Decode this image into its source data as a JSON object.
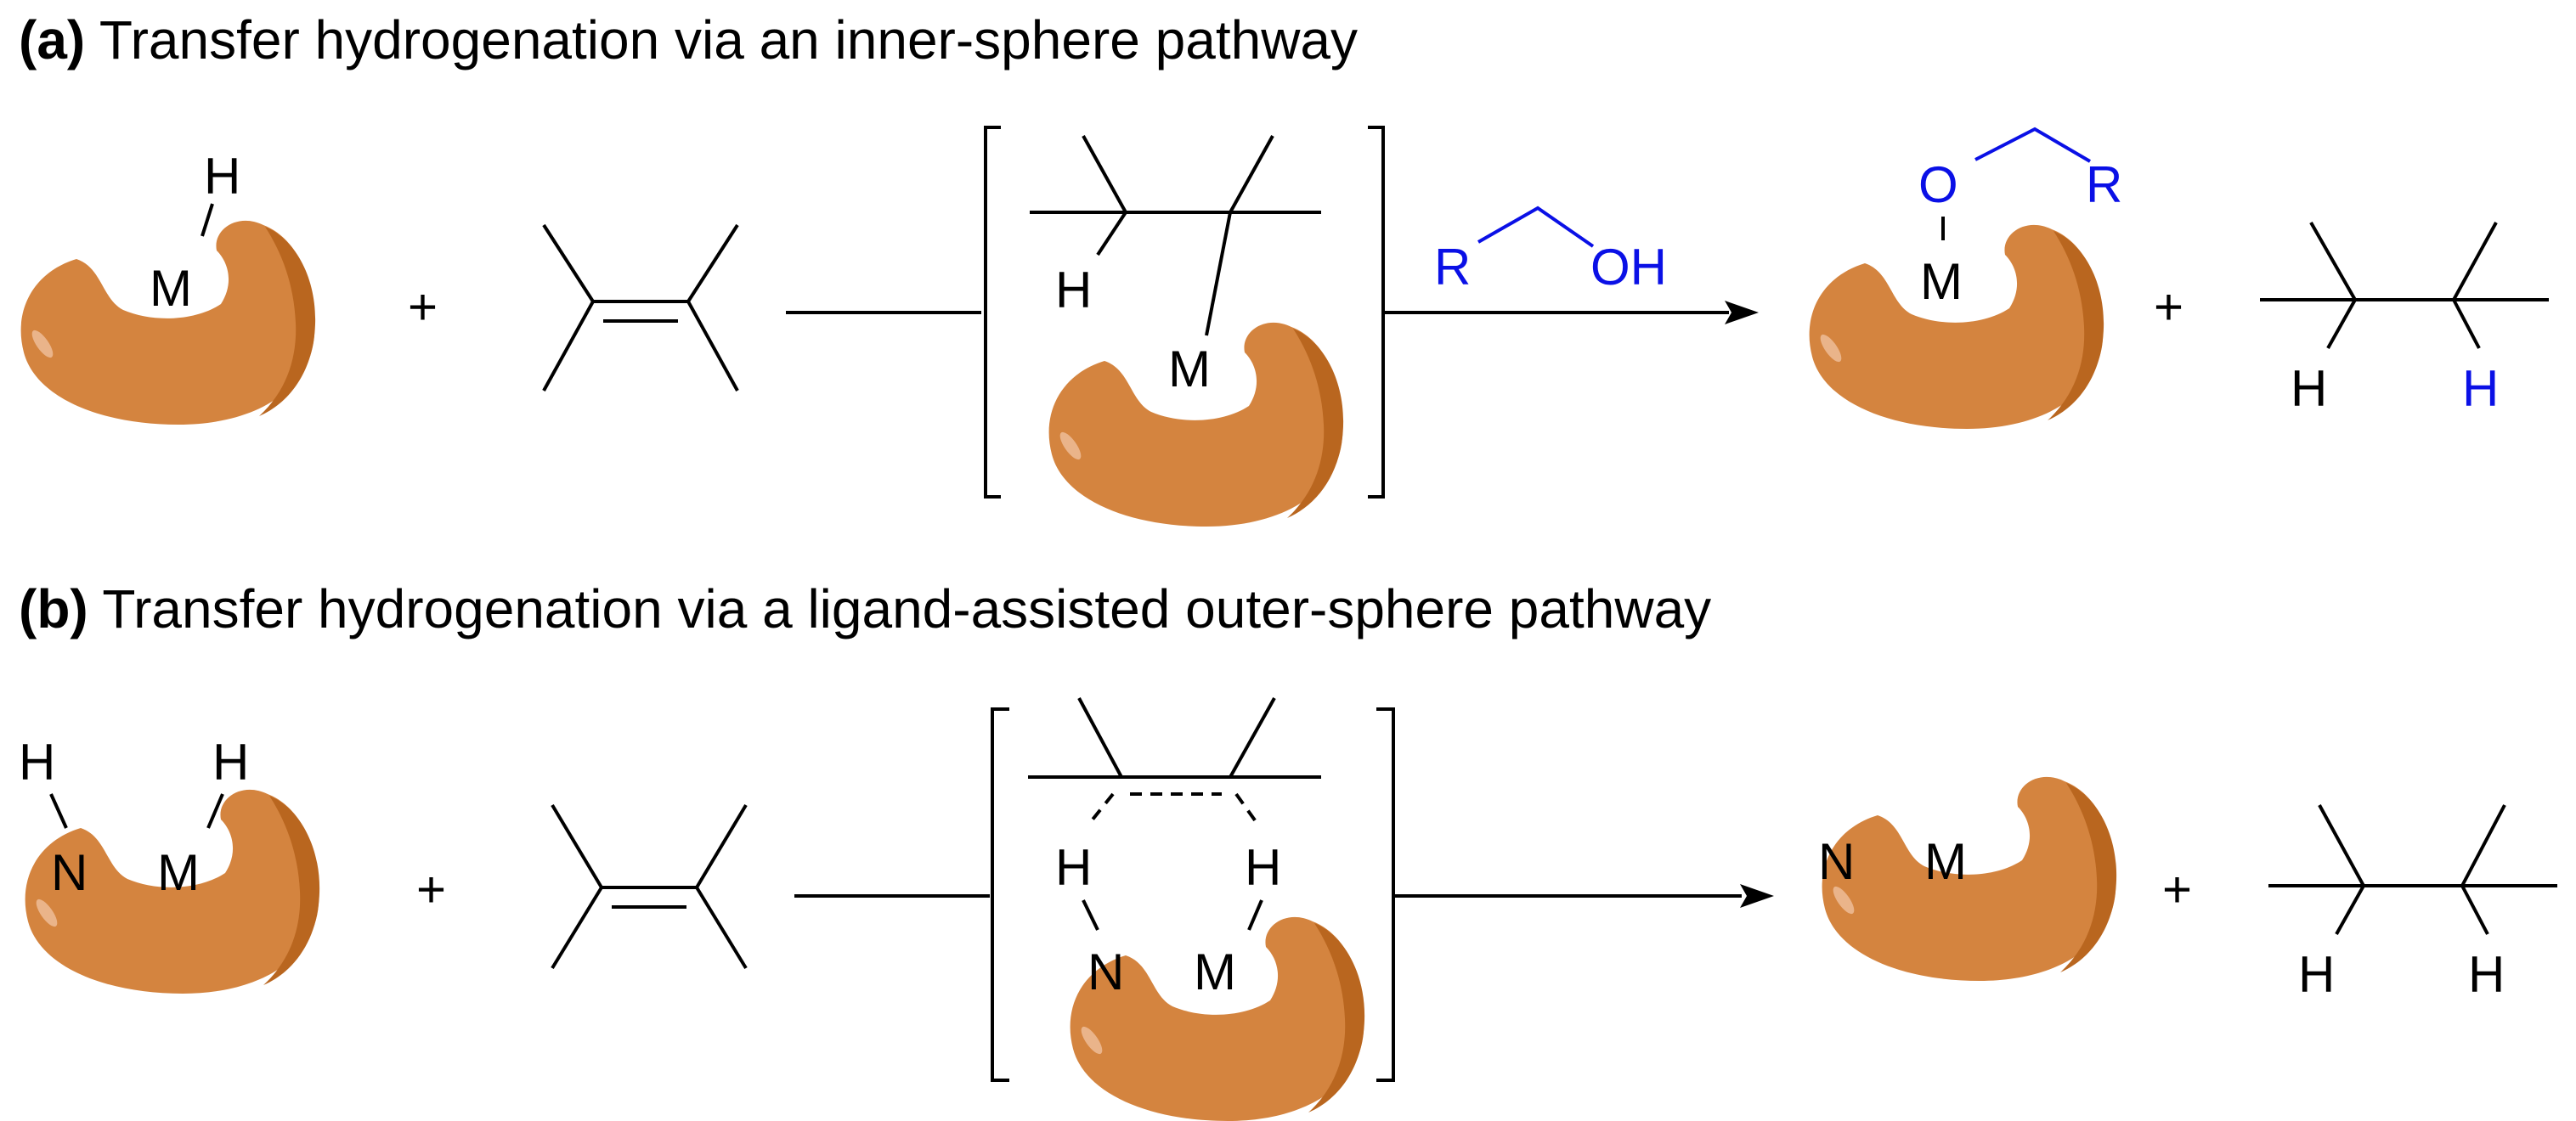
{
  "colors": {
    "catalyst_body": "#d4843f",
    "catalyst_shadow": "#b9661f",
    "catalyst_highlight": "#eab48a",
    "blue_label": "#0a10e6",
    "black": "#000000"
  },
  "panel_a": {
    "tag": "(a)",
    "title": "Transfer hydrogenation via an inner-sphere pathway",
    "reagent": {
      "r": "R",
      "oh": "OH"
    },
    "reactant_labels": {
      "h": "H",
      "m": "M"
    },
    "plus_1": "+",
    "intermediate_labels": {
      "h": "H",
      "m": "M"
    },
    "product_labels": {
      "o": "O",
      "r": "R",
      "m": "M"
    },
    "plus_2": "+",
    "alkane_labels": {
      "h_left": "H",
      "h_right": "H"
    }
  },
  "panel_b": {
    "tag": "(b)",
    "title": "Transfer hydrogenation via a ligand-assisted outer-sphere pathway",
    "reactant_labels": {
      "h_n": "H",
      "h_m": "H",
      "n": "N",
      "m": "M"
    },
    "plus_1": "+",
    "intermediate_labels": {
      "h_left": "H",
      "h_right": "H",
      "n": "N",
      "m": "M"
    },
    "product_labels": {
      "n": "N",
      "m": "M"
    },
    "plus_2": "+",
    "alkane_labels": {
      "h_left": "H",
      "h_right": "H"
    }
  }
}
